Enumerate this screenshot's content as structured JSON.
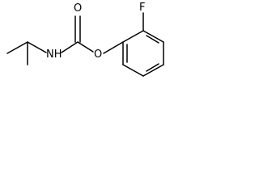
{
  "molecule": {
    "atoms": {
      "fluorine": "F",
      "nitrogen_hydrogen": "NH",
      "carbonyl_oxygen": "O",
      "ester_oxygen": "O"
    }
  }
}
